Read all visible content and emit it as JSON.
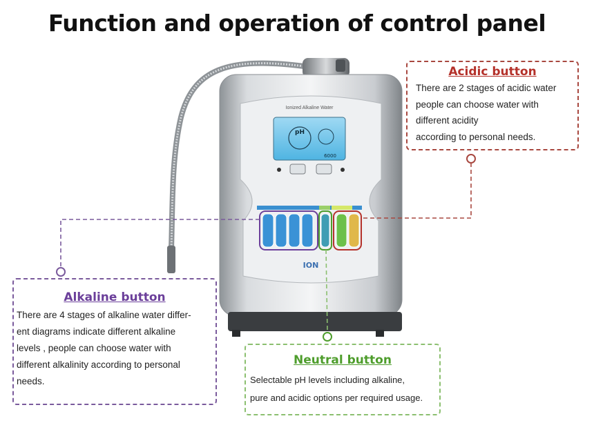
{
  "title": "Function and operation of control panel",
  "acidic": {
    "heading": "Acidic button",
    "lines": [
      "There are 2 stages of acidic water",
      "people can choose water with",
      "different acidity",
      "according to personal needs."
    ]
  },
  "alkaline": {
    "heading": "Alkaline button",
    "lines": [
      "There are 4 stages of alkaline water differ-",
      "ent diagrams indicate different alkaline",
      "levels , people can choose water with",
      "different alkalinity according to personal",
      "needs."
    ]
  },
  "neutral": {
    "heading": "Neutral button",
    "lines": [
      "Selectable pH levels including alkaline,",
      "pure and acidic options per required usage."
    ]
  },
  "device": {
    "brand_text": "Ionized Alkaline Water",
    "display_ph": "pH",
    "display_counter": "6000",
    "logo": "ION"
  },
  "colors": {
    "acidic": "#b4312a",
    "alkaline": "#6b3f9a",
    "neutral": "#4e9d2c",
    "display": "#6fc3ea"
  }
}
